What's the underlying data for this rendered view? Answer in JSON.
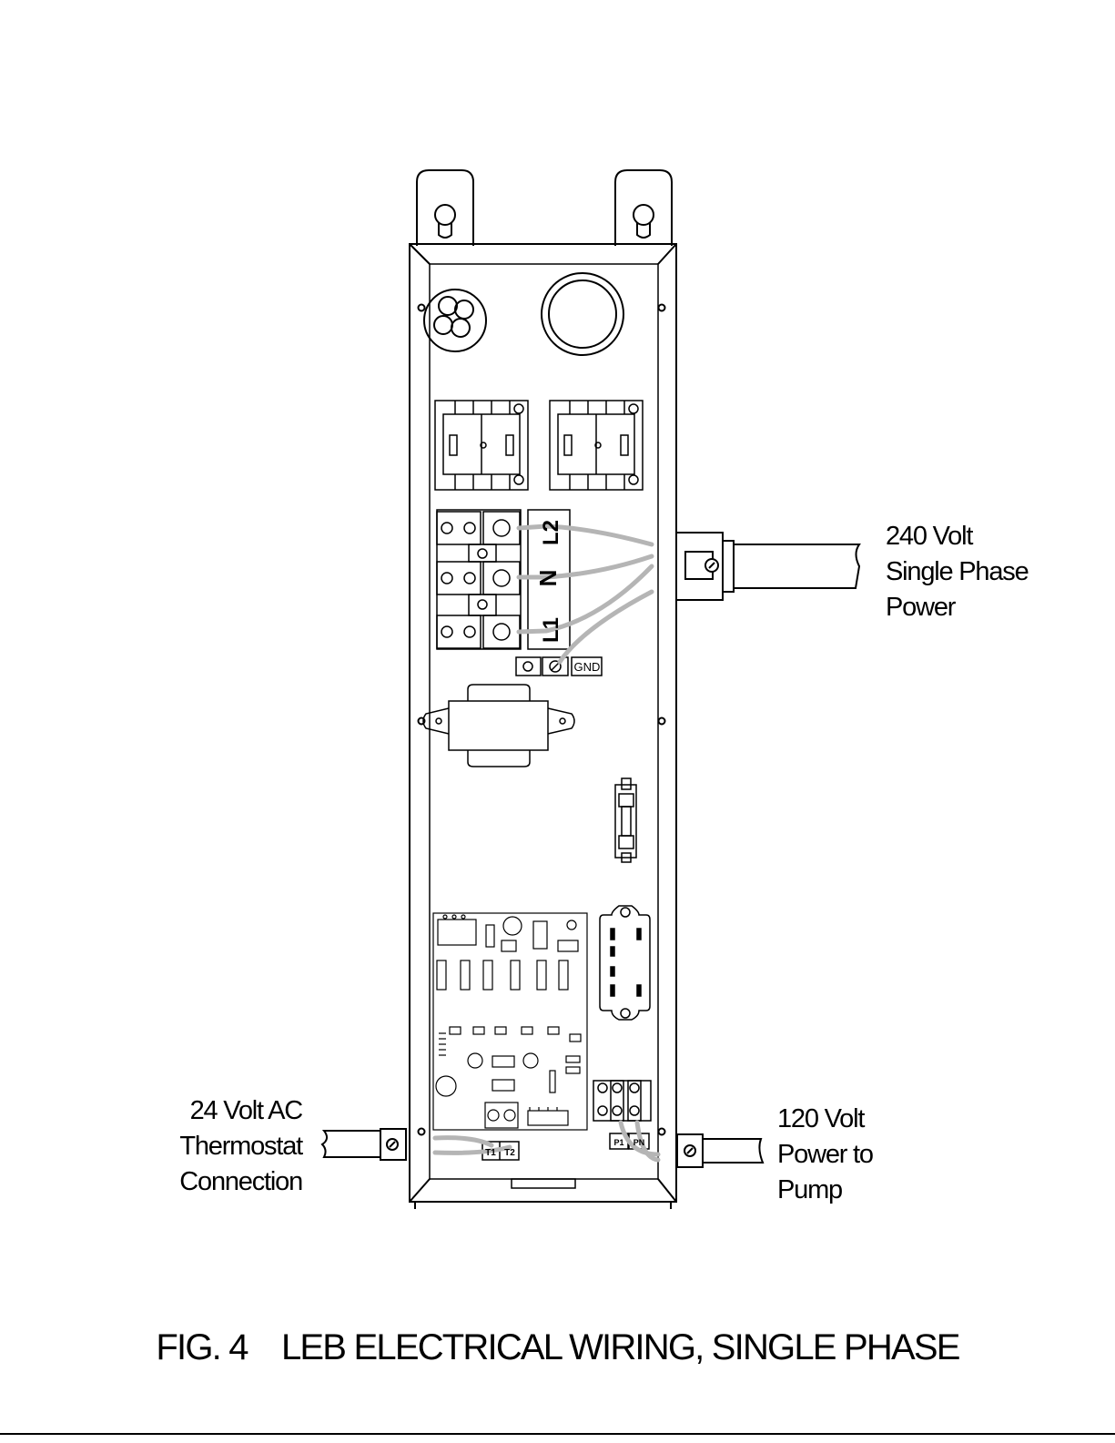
{
  "diagram": {
    "callouts": {
      "power_240": [
        "240 Volt",
        "Single Phase",
        "Power"
      ],
      "thermostat": [
        "24 Volt AC",
        "Thermostat",
        "Connection"
      ],
      "pump": [
        "120 Volt",
        "Power to",
        "Pump"
      ]
    },
    "terminal_labels": {
      "l2": "L2",
      "n": "N",
      "l1": "L1",
      "gnd": "GND",
      "t1": "T1",
      "t2": "T2",
      "p1": "P1",
      "pn": "PN"
    },
    "caption": "FIG. 4    LEB ELECTRICAL WIRING, SINGLE PHASE"
  }
}
